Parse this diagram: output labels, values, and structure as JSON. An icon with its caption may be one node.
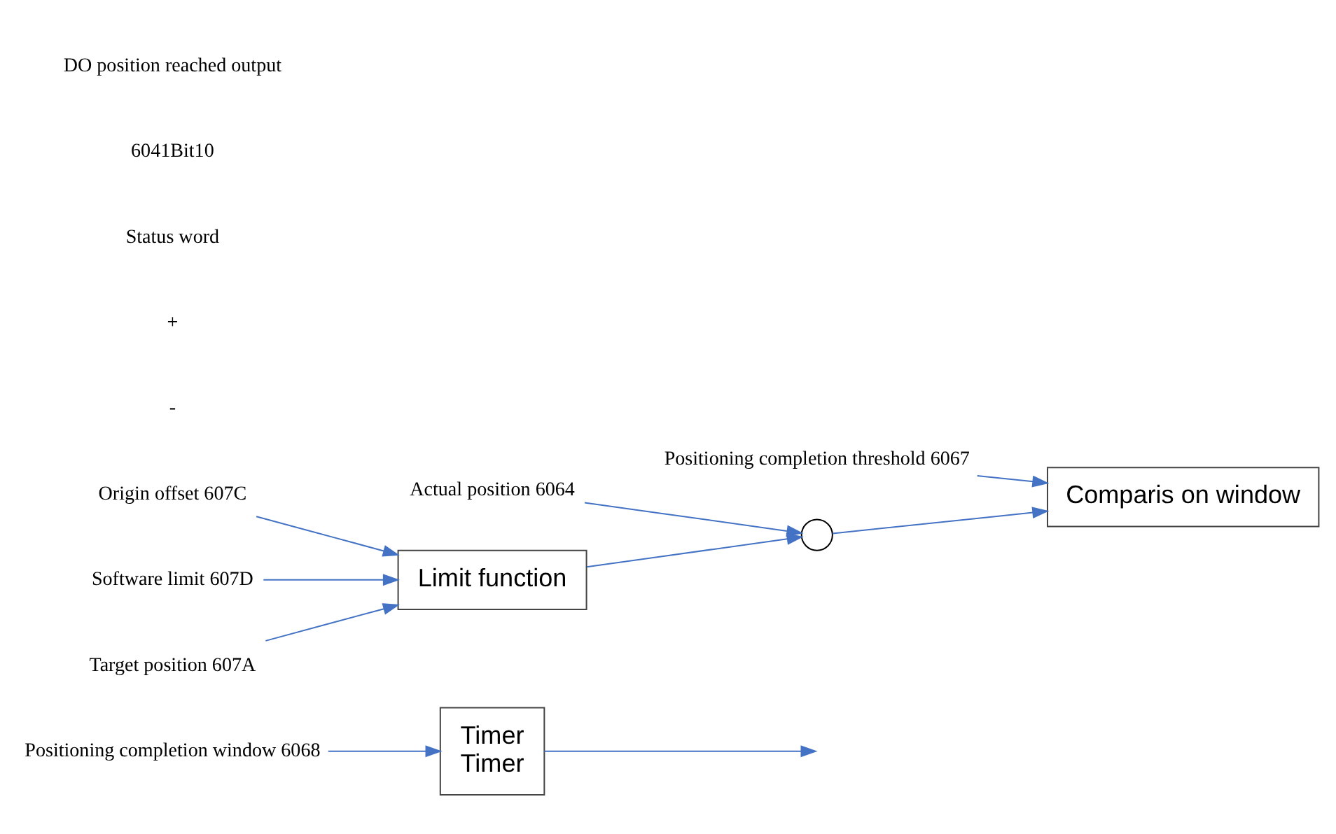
{
  "diagram": {
    "nodes": [
      {
        "text": [
          "Positioning completion window 6068"
        ]
      },
      {
        "text": [
          "Positioning completion threshold 6067"
        ]
      },
      {
        "text": [
          "Actual position 6064"
        ]
      },
      {
        "text": [
          "Origin offset 607C"
        ]
      },
      {
        "text": [
          "Software limit 607D"
        ]
      },
      {
        "text": [
          "Target position 607A"
        ]
      },
      {
        "text": [
          "Comparis on window"
        ]
      },
      {
        "text": [
          "Timer",
          "Timer"
        ]
      },
      {
        "text": [
          "Limit function"
        ]
      },
      {
        "text": [],
        "shape": "circle"
      }
    ],
    "edges": [
      {
        "from": 0,
        "to": 7,
        "arrow": "to"
      },
      {
        "from": 1,
        "to": 6,
        "arrow": "to"
      },
      {
        "from": 2,
        "to": 9,
        "arrow": "to"
      },
      {
        "from": 9,
        "to": 6,
        "arrow": "to"
      },
      {
        "from": 3,
        "to": 8,
        "arrow": "to"
      },
      {
        "from": 4,
        "to": 8,
        "arrow": "to"
      },
      {
        "from": 5,
        "to": 8,
        "arrow": "to"
      },
      {
        "from": 8,
        "to": 9,
        "arrow": "to"
      },
      {
        "from": 7,
        "to": null,
        "arrow": "to"
      }
    ],
    "labels": [
      "-",
      "+",
      "Status word",
      "6041Bit10",
      "DO position reached output"
    ]
  }
}
